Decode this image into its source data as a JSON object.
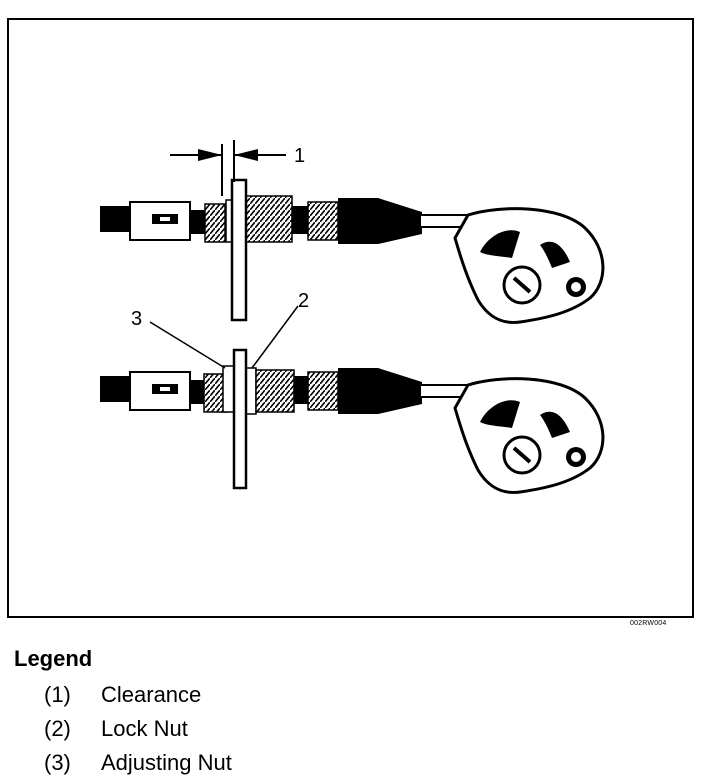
{
  "figure": {
    "code": "002RW004",
    "callouts": [
      "1",
      "2",
      "3"
    ]
  },
  "legend": {
    "title": "Legend",
    "items": [
      {
        "num": "(1)",
        "label": "Clearance"
      },
      {
        "num": "(2)",
        "label": "Lock Nut"
      },
      {
        "num": "(3)",
        "label": "Adjusting Nut"
      }
    ]
  }
}
